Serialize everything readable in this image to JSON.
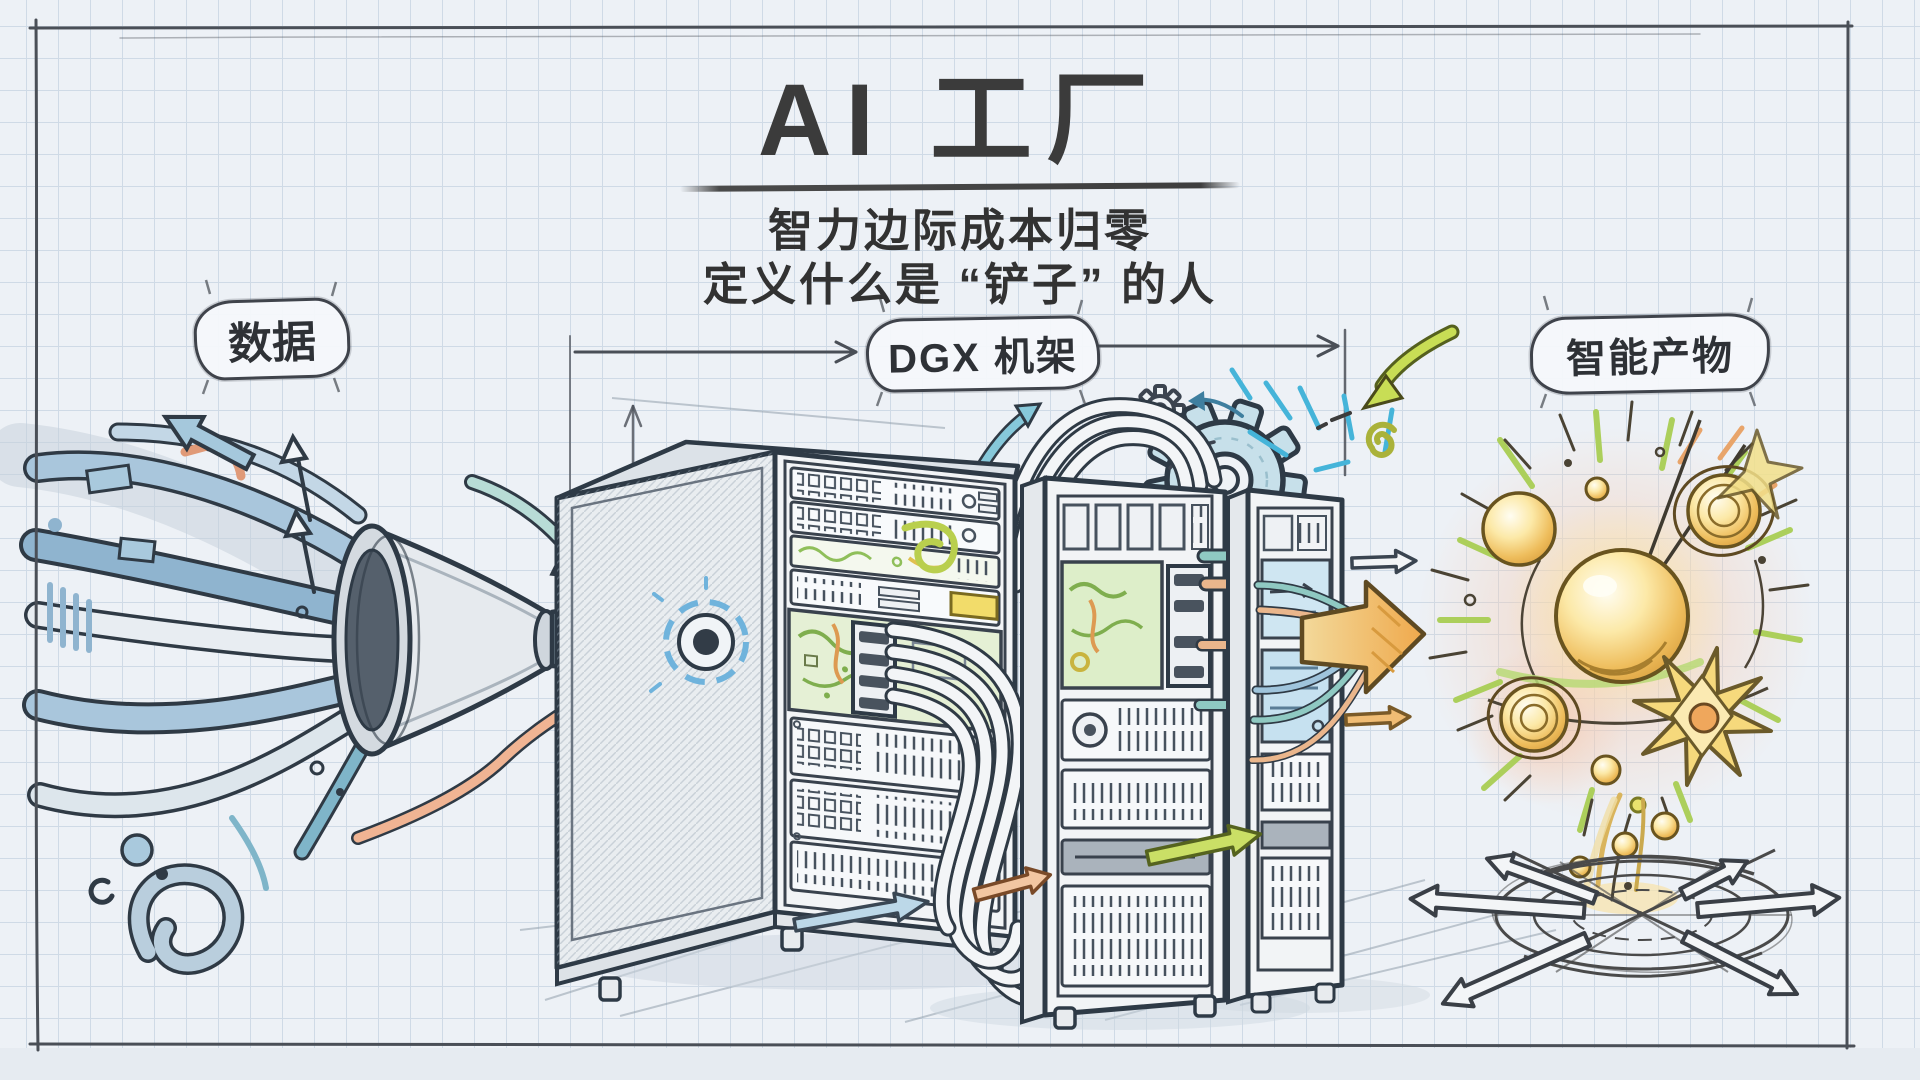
{
  "header": {
    "title": "AI 工厂",
    "subtitle_line1": "智力边际成本归零",
    "subtitle_line2": "定义什么是 “铲子” 的人"
  },
  "labels": {
    "data": "数据",
    "rack": "DGX 机架",
    "output": "智能产物"
  },
  "icons": [
    "data-stream-swirls-icon",
    "funnel-icon",
    "flow-arrow-icon",
    "server-rack-icon",
    "cable-bundle-icon",
    "gear-icon",
    "spark-dashes-icon",
    "output-arrow-icon",
    "glow-sphere-icon",
    "starburst-icon",
    "compass-arrows-icon",
    "dimension-line-icon"
  ],
  "colors": {
    "paper": "#edf1f6",
    "grid": "#cfdae6",
    "ink": "#2e3a46",
    "stream_blue": "#8fb4cf",
    "teal": "#7fc4d9",
    "orange": "#f0b493",
    "green": "#b8d65e",
    "gold": "#eebd5c",
    "arrow_orange": "#efa94c"
  }
}
